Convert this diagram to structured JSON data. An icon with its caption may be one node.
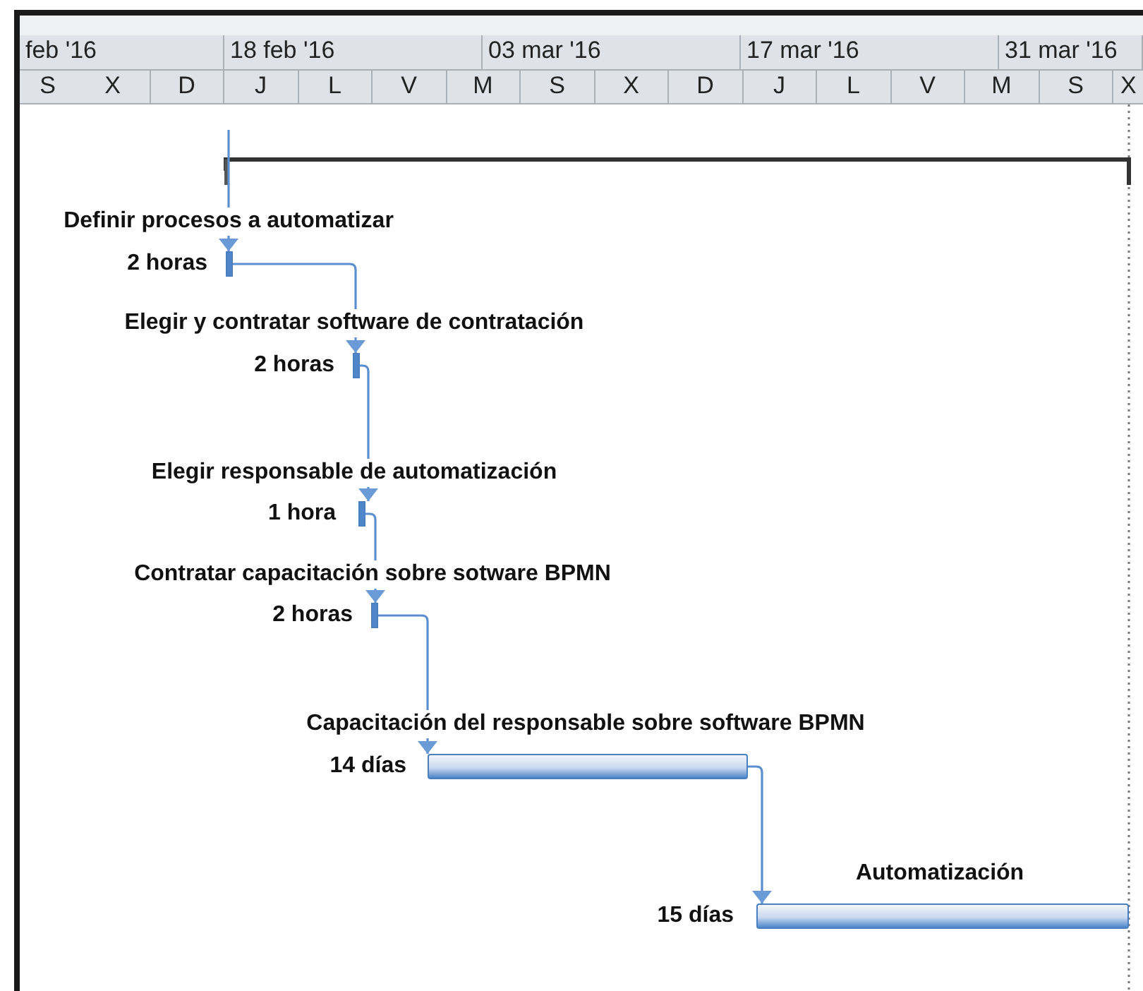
{
  "diagram": {
    "nodes": [
      {
        "text": [
          "Definir procesos a automatizar"
        ],
        "beside": [
          "2 horas"
        ]
      },
      {
        "text": [
          "Elegir y contratar software de contratación"
        ],
        "beside": [
          "2 horas"
        ]
      },
      {
        "text": [
          "Elegir responsable de automatización"
        ],
        "beside": [
          "1 hora"
        ]
      },
      {
        "text": [
          "Contratar capacitación sobre sotware BPMN"
        ],
        "beside": [
          "2 horas"
        ]
      },
      {
        "text": [
          "Capacitación del responsable sobre software BPMN"
        ],
        "beside": [
          "14 días"
        ]
      },
      {
        "text": [
          "Automatización"
        ],
        "beside": [
          "15 días"
        ]
      }
    ],
    "edges": [
      {
        "from": null,
        "to": 0,
        "arrow": "to"
      },
      {
        "from": 0,
        "to": 1,
        "arrow": "to"
      },
      {
        "from": 1,
        "to": 2,
        "arrow": "to"
      },
      {
        "from": 2,
        "to": 3,
        "arrow": "to"
      },
      {
        "from": 3,
        "to": 4,
        "arrow": "to"
      },
      {
        "from": 4,
        "to": 5,
        "arrow": "to"
      }
    ],
    "labels": [
      "feb '16",
      "18 feb '16",
      "03 mar '16",
      "17 mar '16",
      "31 mar '16",
      "S",
      "X",
      "D",
      "J",
      "L",
      "V",
      "M",
      "S",
      "X",
      "D",
      "J",
      "L",
      "V",
      "M",
      "S",
      "X"
    ]
  }
}
